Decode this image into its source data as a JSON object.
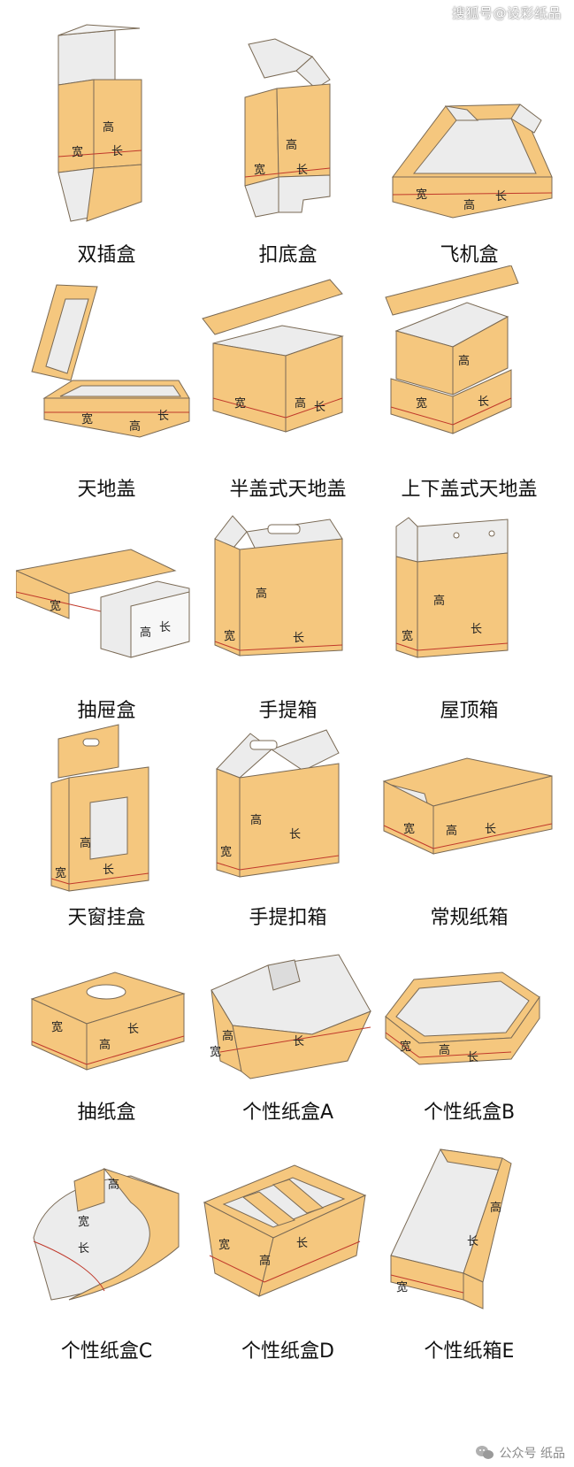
{
  "watermark_top": "搜狐号@设彩纸品",
  "watermark_bottom": "公众号 纸品",
  "colors": {
    "kraft": "#f5c77e",
    "edge": "#d9a25a",
    "white_side": "#ececec",
    "outline": "#7a6a55",
    "red_line": "#c0392b"
  },
  "dimension_labels": {
    "width": "宽",
    "height": "高",
    "length": "长"
  },
  "boxes": [
    {
      "name": "双插盒"
    },
    {
      "name": "扣底盒"
    },
    {
      "name": "飞机盒"
    },
    {
      "name": "天地盖"
    },
    {
      "name": "半盖式天地盖"
    },
    {
      "name": "上下盖式天地盖"
    },
    {
      "name": "抽屉盒"
    },
    {
      "name": "手提箱"
    },
    {
      "name": "屋顶箱"
    },
    {
      "name": "天窗挂盒"
    },
    {
      "name": "手提扣箱"
    },
    {
      "name": "常规纸箱"
    },
    {
      "name": "抽纸盒"
    },
    {
      "name": "个性纸盒A"
    },
    {
      "name": "个性纸盒B"
    },
    {
      "name": "个性纸盒C"
    },
    {
      "name": "个性纸盒D"
    },
    {
      "name": "个性纸箱E"
    }
  ]
}
